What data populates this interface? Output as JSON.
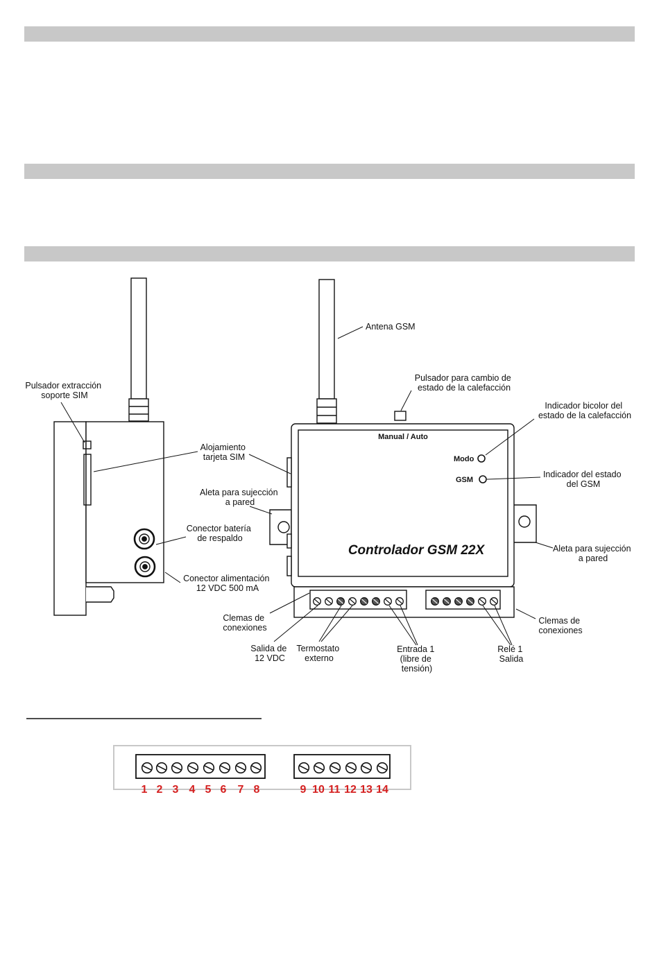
{
  "side_view": {
    "label_sim_button_line1": "Pulsador extracción",
    "label_sim_button_line2": "soporte SIM",
    "label_sim_slot_line1": "Alojamiento",
    "label_sim_slot_line2": "tarjeta SIM",
    "label_wall_tab_line1": "Aleta para sujección",
    "label_wall_tab_line2": "a pared",
    "label_battery_line1": "Conector batería",
    "label_battery_line2": "de respaldo",
    "label_power_line1": "Conector alimentación",
    "label_power_line2": "12 VDC 500 mA"
  },
  "front_view": {
    "label_antenna": "Antena GSM",
    "label_button_line1": "Pulsador para cambio de",
    "label_button_line2": "estado de la calefacción",
    "button_caption": "Manual / Auto",
    "label_bicolor_line1": "Indicador bicolor del",
    "label_bicolor_line2": "estado de la calefacción",
    "led_mode": "Modo",
    "led_gsm": "GSM",
    "label_gsm_led_line1": "Indicador  del estado",
    "label_gsm_led_line2": "del GSM",
    "device_title": "Controlador GSM 22X",
    "label_wall_tab_line1": "Aleta para sujección",
    "label_wall_tab_line2": "a pared",
    "label_terminals_left_line1": "Clemas de",
    "label_terminals_left_line2": "conexiones",
    "label_terminals_right_line1": "Clemas de",
    "label_terminals_right_line2": "conexiones",
    "label_12v_line1": "Salida de",
    "label_12v_line2": "12 VDC",
    "label_thermostat_line1": "Termostato",
    "label_thermostat_line2": "externo",
    "label_input_line1": "Entrada 1",
    "label_input_line2": "(libre de",
    "label_input_line3": "tensión)",
    "label_relay_line1": "Relé 1",
    "label_relay_line2": "Salida"
  },
  "terminal_numbers": [
    "1",
    "2",
    "3",
    "4",
    "5",
    "6",
    "7",
    "8",
    "9",
    "10",
    "11",
    "12",
    "13",
    "14"
  ],
  "colors": {
    "section_bar": "#c8c8c8",
    "terminal_number": "#d52020"
  }
}
